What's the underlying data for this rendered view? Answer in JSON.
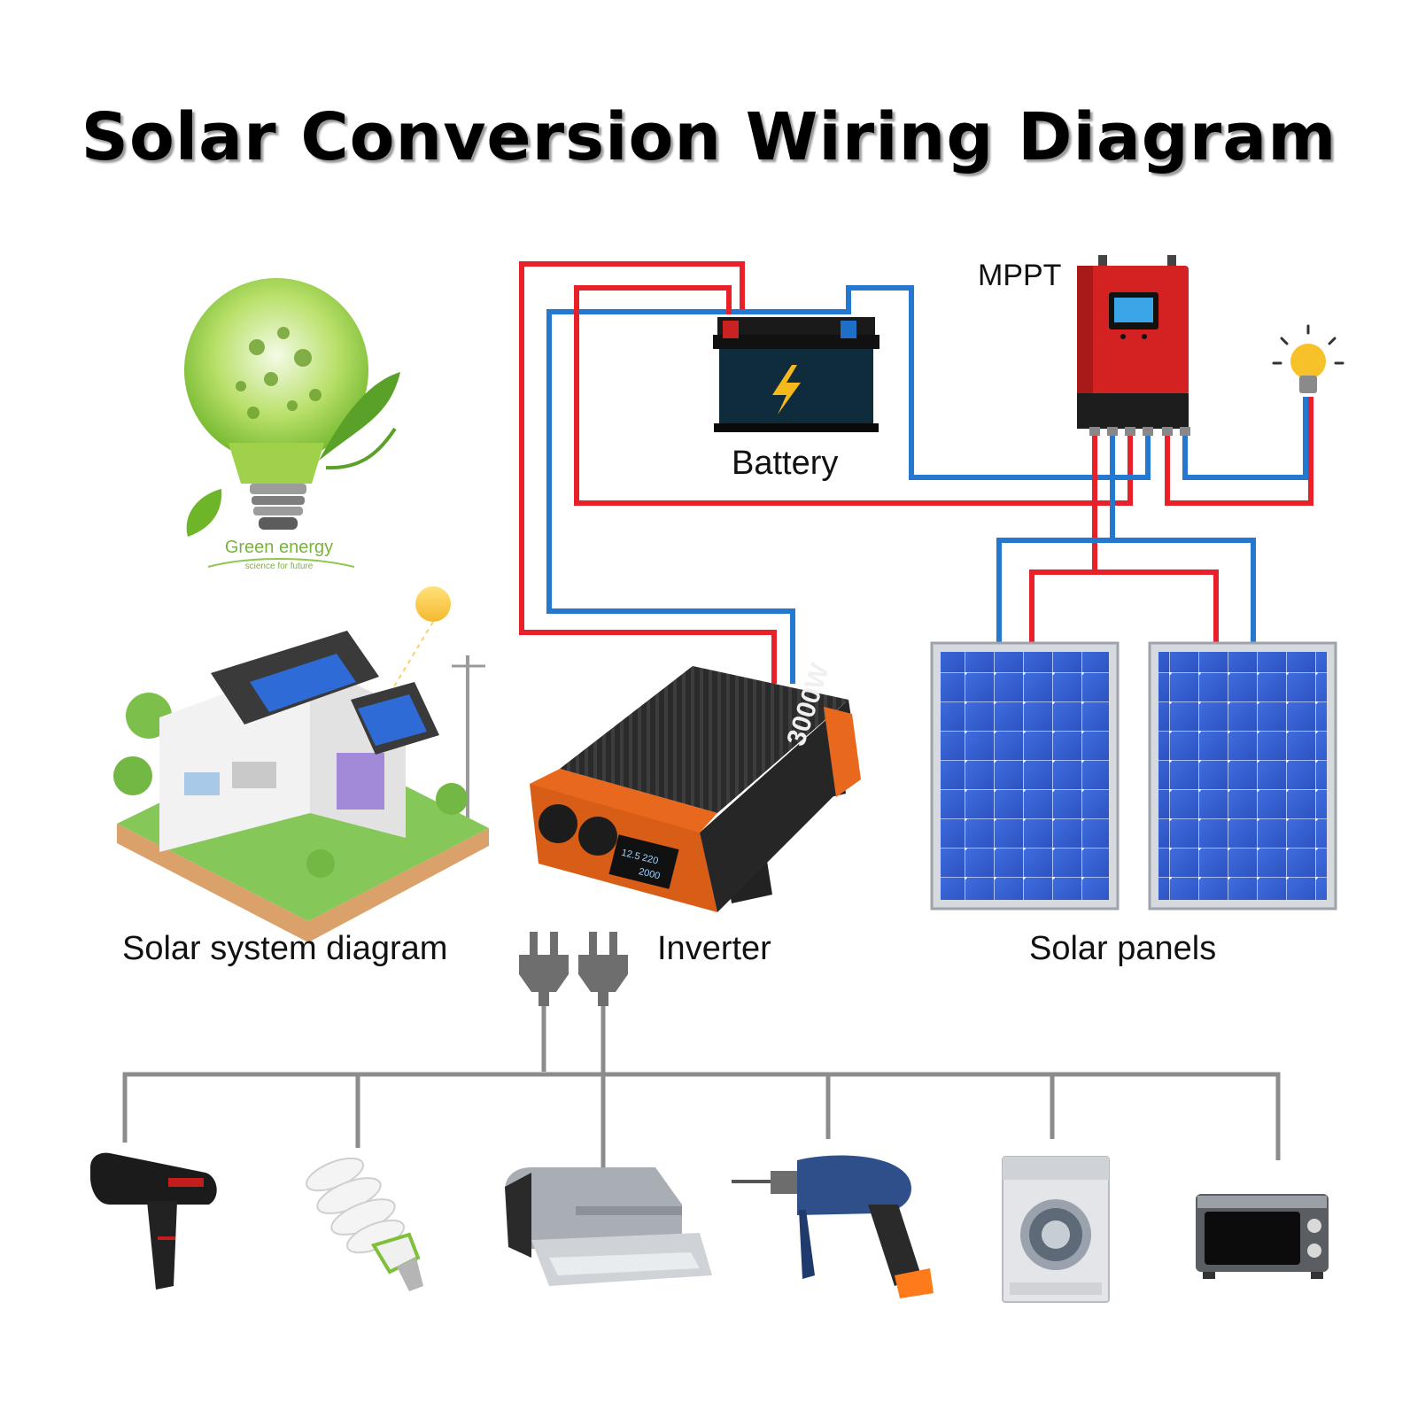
{
  "title": "Solar Conversion Wiring Diagram",
  "labels": {
    "battery": "Battery",
    "mppt": "MPPT",
    "inverter": "Inverter",
    "solar_panels": "Solar panels",
    "solar_system": "Solar system diagram"
  },
  "green_bulb": {
    "caption": "Green energy",
    "subcaption": "science for future"
  },
  "inverter_device": {
    "model": "3000W",
    "display_input": "12.5",
    "display_output_v": "220",
    "display_output_w": "2000"
  },
  "colors": {
    "positive_wire": "#e8202a",
    "negative_wire": "#2478d0",
    "ac_wire": "#8c8c8c",
    "panel_blue": "#3a62d8",
    "mppt_red": "#d42222",
    "inverter_orange": "#e8691e"
  },
  "icons": [
    "green-energy-bulb-icon",
    "house-icon",
    "battery-icon",
    "mppt-controller-icon",
    "light-bulb-icon",
    "solar-panel-icon",
    "inverter-icon",
    "plug-icon",
    "hair-dryer-icon",
    "cfl-bulb-icon",
    "printer-icon",
    "drill-icon",
    "washing-machine-icon",
    "oven-icon"
  ]
}
